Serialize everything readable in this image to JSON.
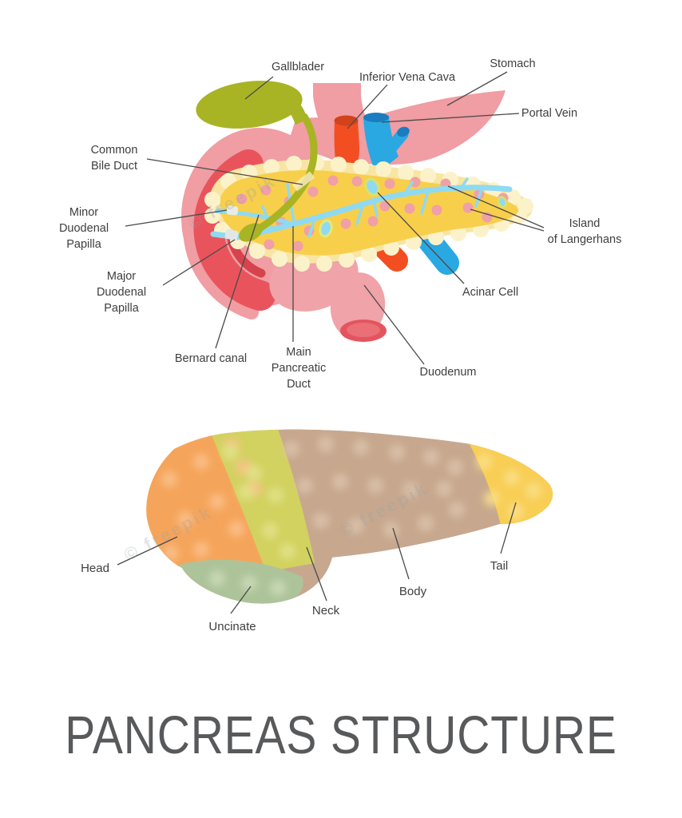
{
  "title": "PANCREAS STRUCTURE",
  "watermark_text": "© freepik",
  "colors": {
    "background": "#ffffff",
    "label_text": "#3e3e3e",
    "title_text": "#58595b",
    "leader_line": "#4a4a4a",
    "stomach_pink": "#f09da3",
    "duodenum_red": "#e9545c",
    "duodenum_dark_red": "#d6434c",
    "duodenum_tube_pink": "#f0a3a8",
    "pancreas_yellow": "#f8cf4b",
    "pancreas_border_cream": "#f8e5a2",
    "pancreas_scallop": "#fcf2ca",
    "islet_pink_dot": "#f0a0a6",
    "duct_blue": "#8edaf3",
    "bile_duct_olive": "#a8b424",
    "vena_cava_orange": "#f24e22",
    "portal_vein_blue": "#2aa8e2",
    "portal_vein_dark": "#1b7cc0",
    "head_orange": "#f5a55b",
    "uncinate_green": "#adc39a",
    "neck_yellow_green": "#d2d260",
    "body_tan": "#c7a88e",
    "tail_yellow": "#f8ce55"
  },
  "anatomy_diagram": {
    "labels": {
      "gallbladder": "Gallblader",
      "inferior_vena_cava": "Inferior Vena Cava",
      "stomach": "Stomach",
      "portal_vein": "Portal Vein",
      "common_bile_duct": [
        "Common",
        "Bile Duct"
      ],
      "minor_duodenal_papilla": [
        "Minor",
        "Duodenal",
        "Papilla"
      ],
      "major_duodenal_papilla": [
        "Major",
        "Duodenal",
        "Papilla"
      ],
      "bernard_canal": "Bernard canal",
      "main_pancreatic_duct": [
        "Main",
        "Pancreatic",
        "Duct"
      ],
      "duodenum": "Duodenum",
      "acinar_cell": "Acinar Cell",
      "island_of_langerhans": [
        "Island",
        "of Langerhans"
      ]
    }
  },
  "regions_diagram": {
    "labels": {
      "head": "Head",
      "uncinate": "Uncinate",
      "neck": "Neck",
      "body": "Body",
      "tail": "Tail"
    }
  }
}
